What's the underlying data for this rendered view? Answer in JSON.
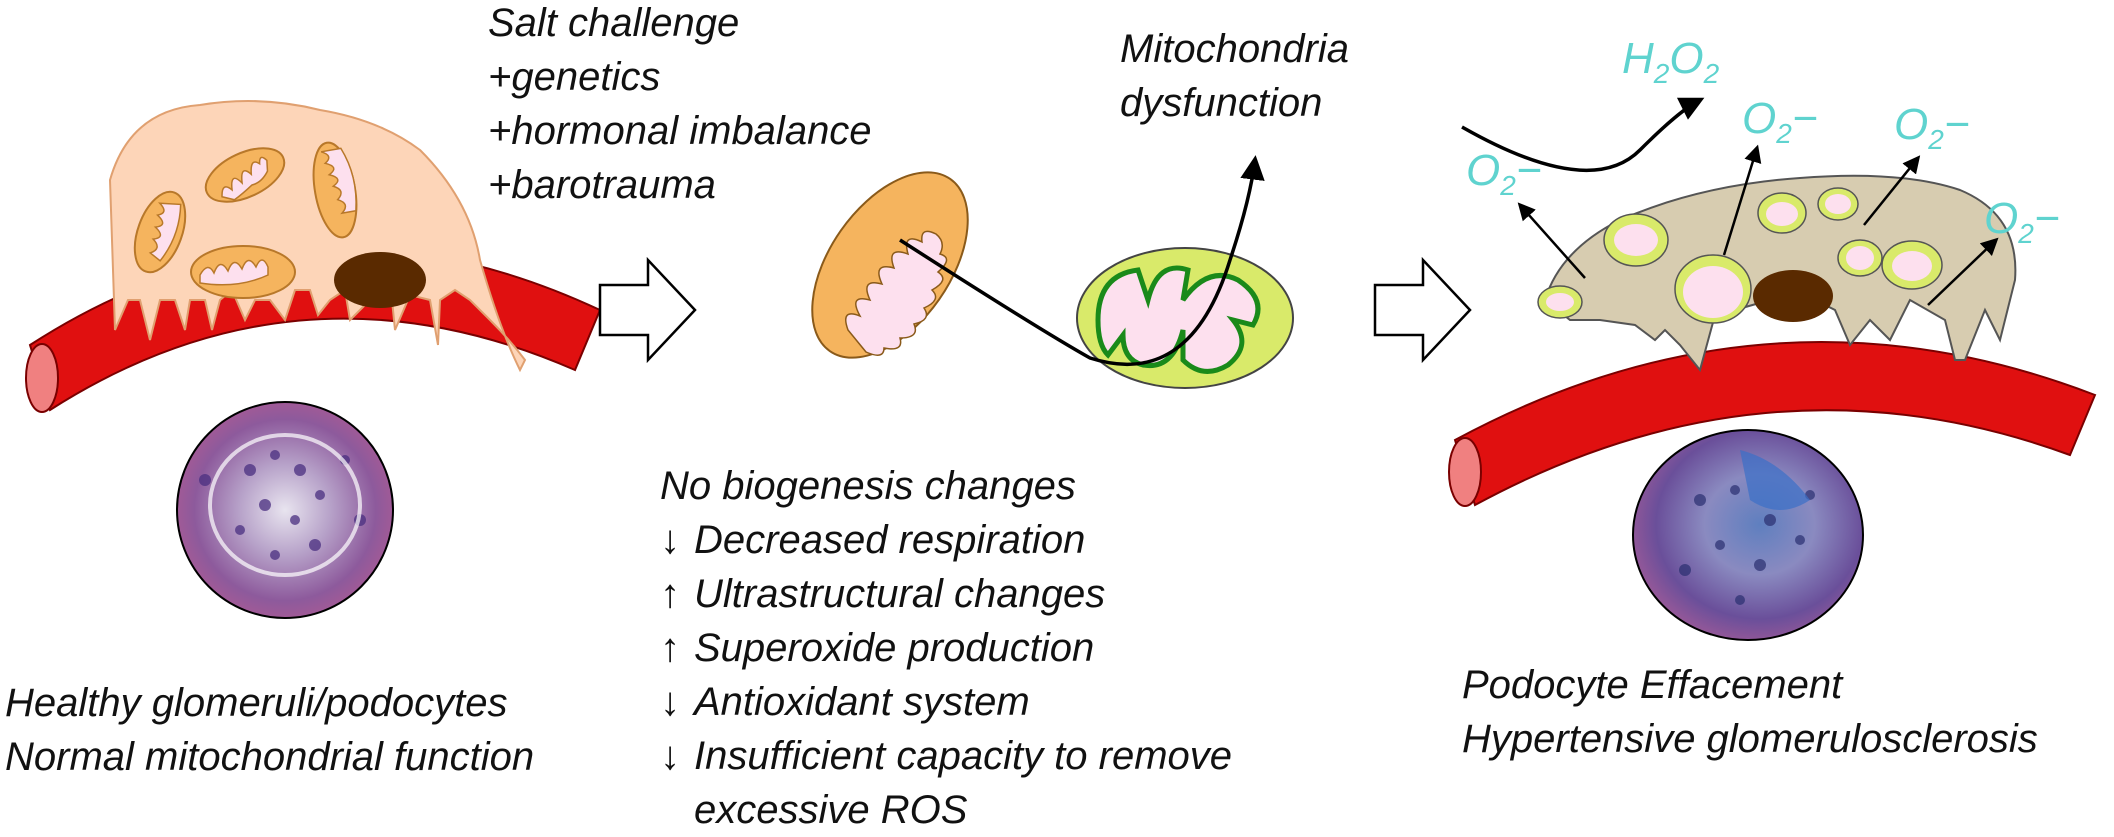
{
  "left_panel": {
    "caption_line1": "Healthy glomeruli/podocytes",
    "caption_line2": "Normal mitochondrial function"
  },
  "challenge": {
    "line1": "Salt challenge",
    "line2": "+genetics",
    "line3": "+hormonal imbalance",
    "line4": "+barotrauma"
  },
  "mito_label": {
    "line1": "Mitochondria",
    "line2": "dysfunction"
  },
  "changes": {
    "heading": "No biogenesis changes",
    "items": [
      {
        "arrow": "↓",
        "text": "Decreased respiration"
      },
      {
        "arrow": "↑",
        "text": "Ultrastructural changes"
      },
      {
        "arrow": "↑",
        "text": "Superoxide production"
      },
      {
        "arrow": "↓",
        "text": "Antioxidant system"
      },
      {
        "arrow": "↓",
        "text": "Insufficient capacity to remove"
      }
    ],
    "continuation": "excessive ROS"
  },
  "ros": {
    "h2o2_h": "H",
    "h2o2_sub": "2",
    "h2o2_o": "O",
    "h2o2_sub2": "2",
    "superoxide_o": "O",
    "superoxide_sub": "2",
    "superoxide_charge": "−"
  },
  "right_panel": {
    "caption_line1": "Podocyte Effacement",
    "caption_line2": "Hypertensive glomerulosclerosis"
  },
  "colors": {
    "vessel": "#e01010",
    "vessel_end": "#f08080",
    "healthy_cell": "#fdd5b8",
    "damaged_cell": "#d7ccb0",
    "mito_orange": "#f5b45e",
    "mito_inner": "#fde0ee",
    "mito_green": "#d9ea6a",
    "nucleus": "#5a2a00",
    "ros_cyan": "#5fd3cf"
  }
}
